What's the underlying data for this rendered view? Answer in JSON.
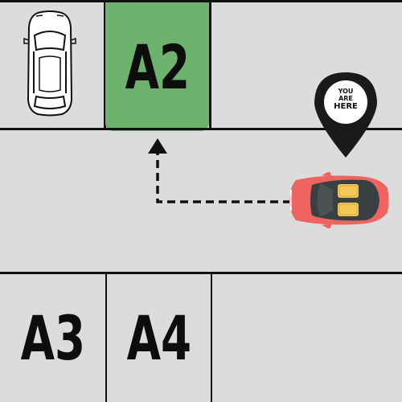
{
  "slots": {
    "a2": "A2",
    "a3": "A3",
    "a4": "A4"
  },
  "marker": {
    "line1": "YOU",
    "line2": "ARE",
    "line3": "HERE"
  },
  "colors": {
    "pavement": "#dcdcdc",
    "target_slot": "#6db26d",
    "your_car": "#ef6461",
    "lines": "#111111"
  }
}
